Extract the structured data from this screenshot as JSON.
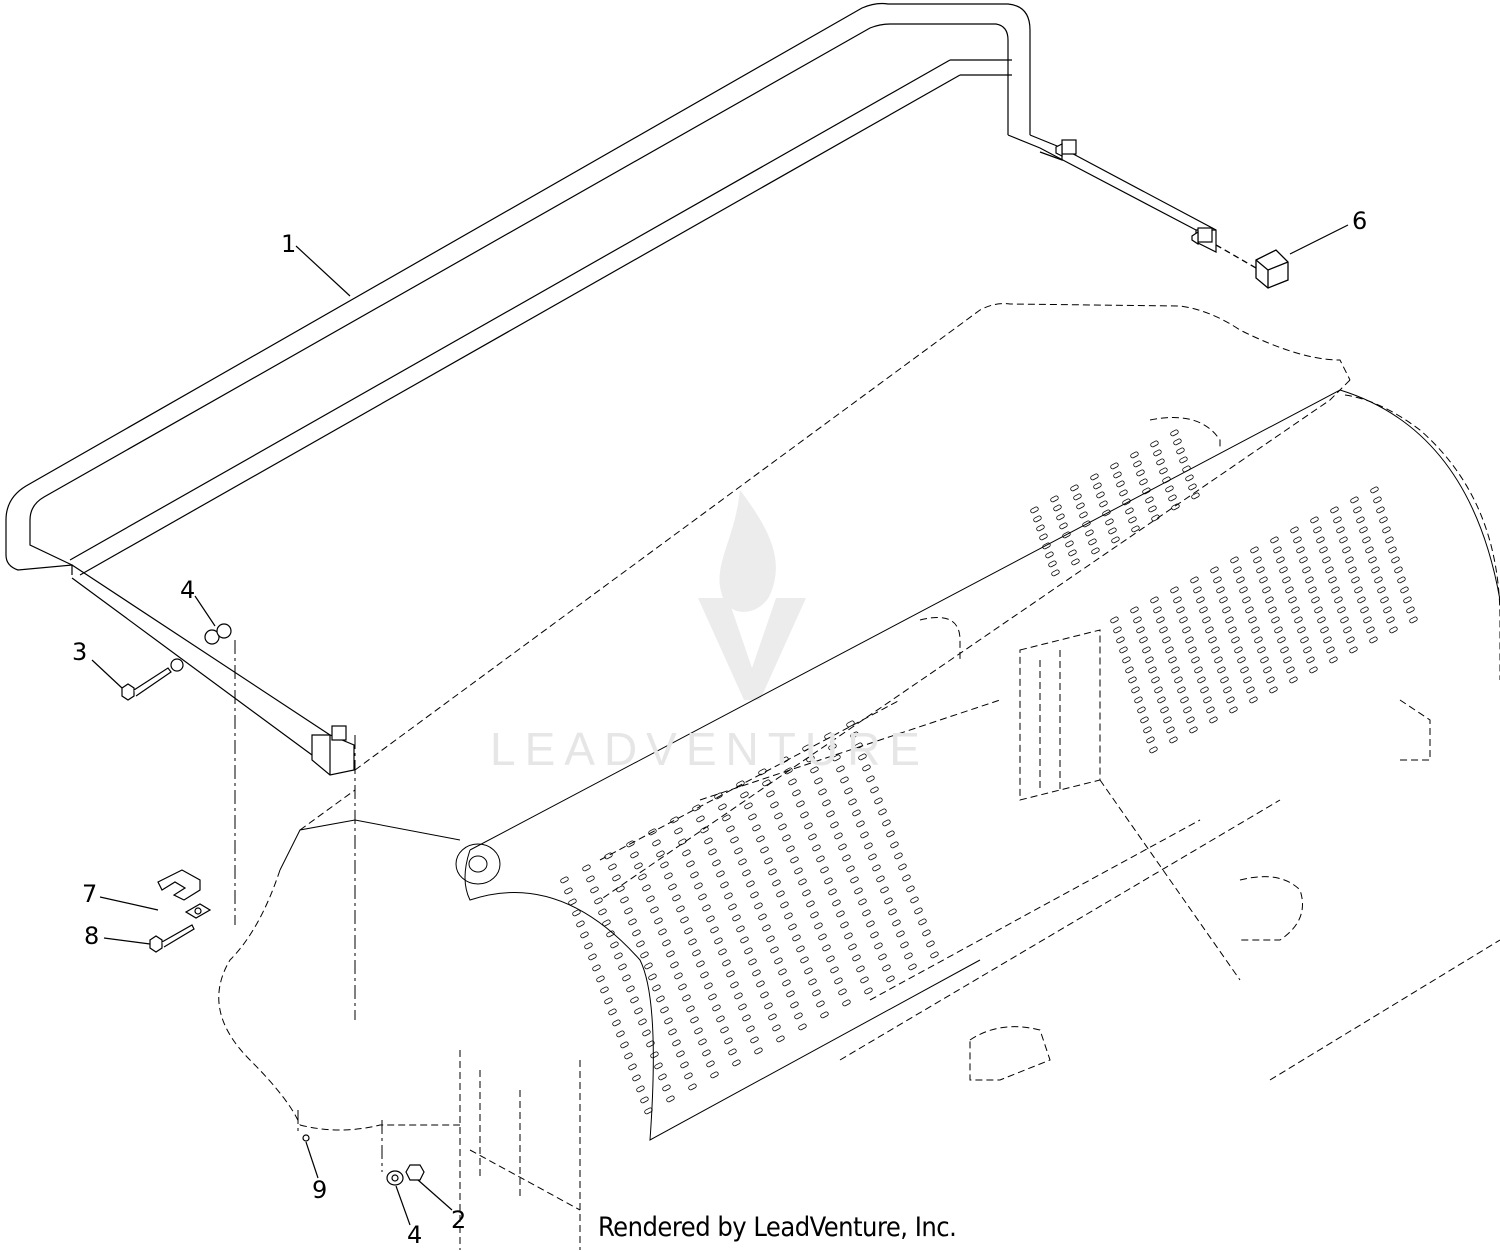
{
  "callouts": [
    {
      "id": "1",
      "label": "1"
    },
    {
      "id": "2",
      "label": "2"
    },
    {
      "id": "3",
      "label": "3"
    },
    {
      "id": "4a",
      "label": "4"
    },
    {
      "id": "4b",
      "label": "4"
    },
    {
      "id": "6",
      "label": "6"
    },
    {
      "id": "7",
      "label": "7"
    },
    {
      "id": "8",
      "label": "8"
    },
    {
      "id": "9",
      "label": "9"
    }
  ],
  "watermark": {
    "text": "LEADVENTURE"
  },
  "footer": {
    "credit": "Rendered by LeadVenture, Inc."
  },
  "colors": {
    "line": "#000000",
    "watermark": "#e6e6e6"
  },
  "icons": {
    "watermark_logo": "flame-v-logo-icon"
  }
}
